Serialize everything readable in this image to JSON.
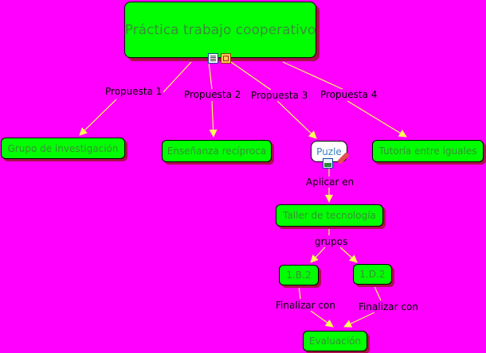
{
  "title": "Práctica trabajo cooperativo",
  "nodes": {
    "grupo_investigacion": "Grupo de investigación",
    "ensenanza_reciproca": "Enseñanza recíproca",
    "puzle": "Puzle",
    "tutoria": "Tutoría entre iguales",
    "taller": "Taller de tecnología",
    "b1": "1.B.2",
    "b2": "1.D.2",
    "evaluacion": "Evaluación"
  },
  "links": {
    "propuesta1": "Propuesta 1",
    "propuesta2": "Propuesta 2",
    "propuesta3": "Propuesta 3",
    "propuesta4": "Propuesta 4",
    "aplicar_en": "Aplicar en",
    "grupos": "grupos",
    "finalizar1": "Finalizar con",
    "finalizar2": "Finalizar con"
  },
  "icons": [
    "document-icon",
    "notes-icon",
    "image-icon",
    "pencil-icon"
  ],
  "colors": {
    "background": "#ff00ff",
    "node_fill": "#00ff00",
    "node_text": "#3a8e3a",
    "link_line": "#ffff55",
    "node_shadow": "#a8104a"
  }
}
